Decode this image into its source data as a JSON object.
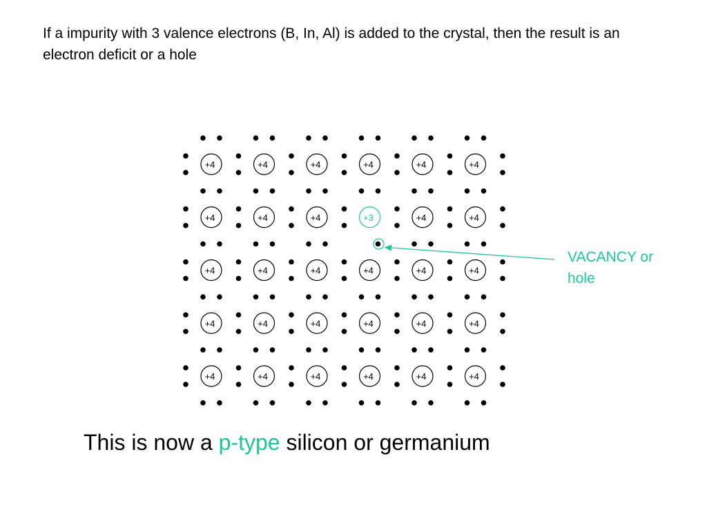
{
  "slide": {
    "intro_text": "If a impurity with 3 valence electrons (B, In, Al) is added to the crystal, then the result is an electron deficit or a hole",
    "callout_text": "VACANCY or hole",
    "conclusion": {
      "prefix": "This is now a ",
      "highlight": "p-type",
      "suffix": " silicon or germanium"
    }
  },
  "lattice": {
    "rows": [
      [
        "+4",
        "+4",
        "+4",
        "+4",
        "+4",
        "+4"
      ],
      [
        "+4",
        "+4",
        "+4",
        "+3",
        "+4",
        "+4"
      ],
      [
        "+4",
        "+4",
        "+4",
        "+4",
        "+4",
        "+4"
      ],
      [
        "+4",
        "+4",
        "+4",
        "+4",
        "+4",
        "+4"
      ],
      [
        "+4",
        "+4",
        "+4",
        "+4",
        "+4",
        "+4"
      ]
    ],
    "impurity_label": "+3",
    "hole_row": 1,
    "hole_col": 3
  },
  "colors": {
    "accent": "#1cc79a",
    "text": "#000000"
  }
}
